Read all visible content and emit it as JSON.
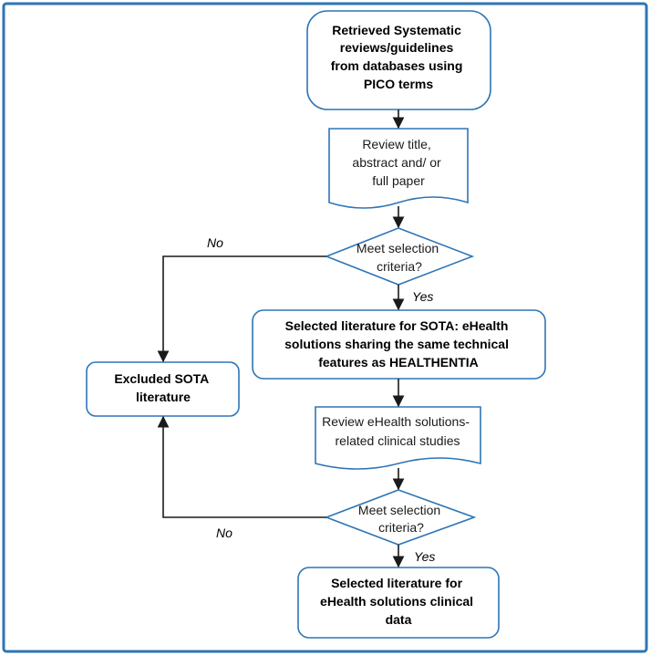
{
  "nodes": {
    "retrieved": [
      "Retrieved Systematic",
      "reviews/guidelines",
      "from databases using",
      "PICO terms"
    ],
    "review_title": [
      "Review title,",
      "abstract and/ or",
      "full paper"
    ],
    "decision_1": [
      "Meet selection",
      "criteria?"
    ],
    "selected_sota": [
      "Selected literature for SOTA: eHealth",
      "solutions sharing the same technical",
      "features as HEALTHENTIA"
    ],
    "excluded": [
      "Excluded SOTA",
      "literature"
    ],
    "review_ehealth": [
      "Review eHealth solutions-",
      "related clinical studies"
    ],
    "decision_2": [
      "Meet selection",
      "criteria?"
    ],
    "selected_clinical": [
      "Selected literature for",
      "eHealth solutions clinical",
      "data"
    ]
  },
  "edge_labels": {
    "no_1": "No",
    "yes_1": "Yes",
    "no_2": "No",
    "yes_2": "Yes"
  },
  "colors": {
    "frame_border": "#2e75b6",
    "box_border": "#2e75b6",
    "arrow": "#1a1a1a"
  }
}
